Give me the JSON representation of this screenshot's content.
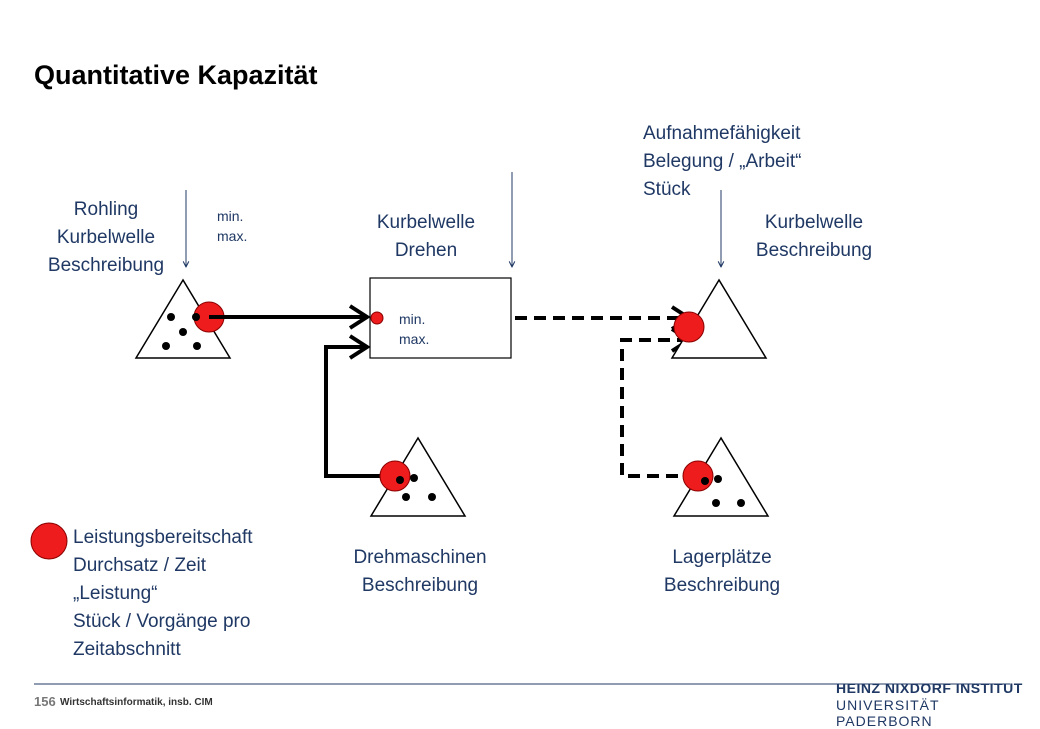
{
  "title": "Quantitative Kapazität",
  "labels": {
    "rohling": [
      "Rohling",
      "Kurbelwelle",
      "Beschreibung"
    ],
    "minmax_left": [
      "min.",
      "max."
    ],
    "kurbelwelle_drehen": [
      "Kurbelwelle",
      "Drehen"
    ],
    "minmax_box": [
      "min.",
      "max."
    ],
    "aufnahme": [
      "Aufnahmefähigkeit",
      "Belegung / „Arbeit“",
      "Stück"
    ],
    "kurbelwelle_beschreibung": [
      "Kurbelwelle",
      "Beschreibung"
    ],
    "drehmaschinen": [
      "Drehmaschinen",
      "Beschreibung"
    ],
    "lagerplaetze": [
      "Lagerplätze",
      "Beschreibung"
    ],
    "legend": [
      "Leistungsbereitschaft",
      "Durchsatz / Zeit",
      "„Leistung“",
      "Stück / Vorgänge pro",
      "Zeitabschnitt"
    ]
  },
  "footer": {
    "page_number": "156",
    "text": "Wirtschaftsinformatik, insb. CIM",
    "institute": "HEINZ NIXDORF INSTITUT",
    "university": "UNIVERSITÄT PADERBORN"
  },
  "colors": {
    "label": "#1f3864",
    "red": "#ee1c1c",
    "arrow": "#000000",
    "thin_arrow": "#1f3864"
  }
}
